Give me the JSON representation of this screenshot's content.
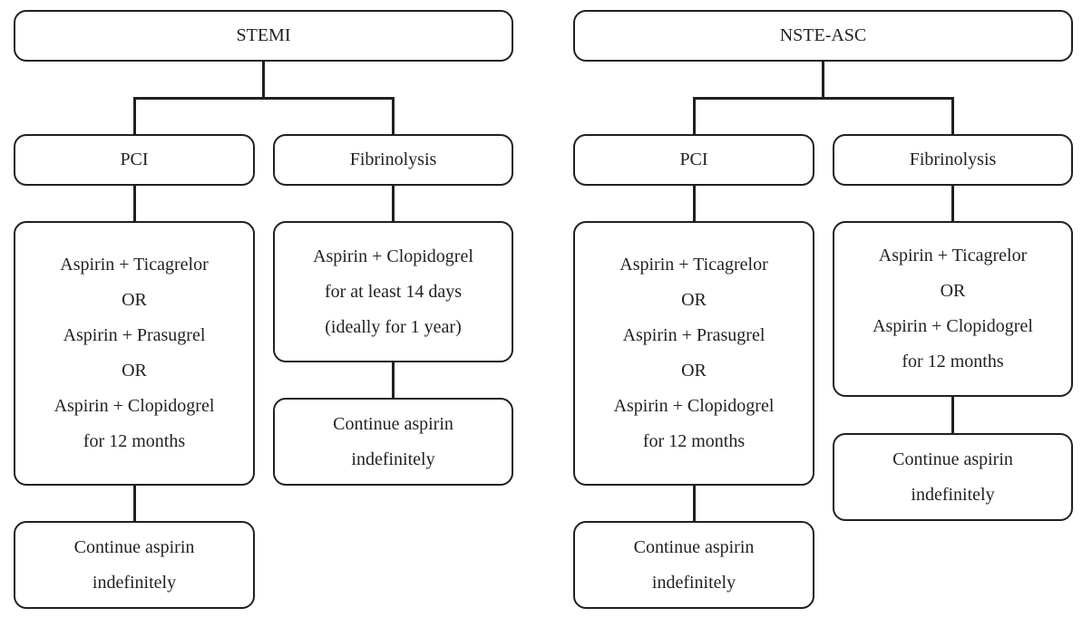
{
  "left": {
    "header": "STEMI",
    "pci": {
      "label": "PCI",
      "therapy": [
        "Aspirin + Ticagrelor",
        "OR",
        "Aspirin + Prasugrel",
        "OR",
        "Aspirin + Clopidogrel",
        "for 12 months"
      ],
      "followup": [
        "Continue aspirin",
        "indefinitely"
      ]
    },
    "fibrinolysis": {
      "label": "Fibrinolysis",
      "therapy": [
        "Aspirin + Clopidogrel",
        "for at least 14 days",
        "(ideally for 1 year)"
      ],
      "followup": [
        "Continue aspirin",
        "indefinitely"
      ]
    }
  },
  "right": {
    "header": "NSTE-ASC",
    "pci": {
      "label": "PCI",
      "therapy": [
        "Aspirin + Ticagrelor",
        "OR",
        "Aspirin + Prasugrel",
        "OR",
        "Aspirin + Clopidogrel",
        "for 12 months"
      ],
      "followup": [
        "Continue aspirin",
        "indefinitely"
      ]
    },
    "fibrinolysis": {
      "label": "Fibrinolysis",
      "therapy": [
        "Aspirin + Ticagrelor",
        "OR",
        "Aspirin + Clopidogrel",
        "for 12 months"
      ],
      "followup": [
        "Continue aspirin",
        "indefinitely"
      ]
    }
  }
}
